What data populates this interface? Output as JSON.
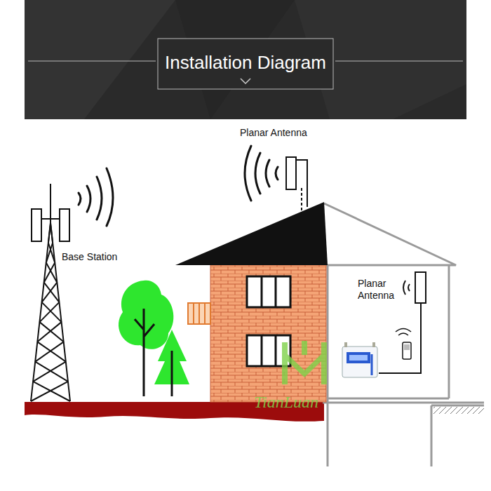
{
  "diagram": {
    "title": "Installation Diagram",
    "labels": [
      "Planar Antenna",
      "Base Station",
      "Planar Antenna",
      "TianLuan"
    ]
  }
}
